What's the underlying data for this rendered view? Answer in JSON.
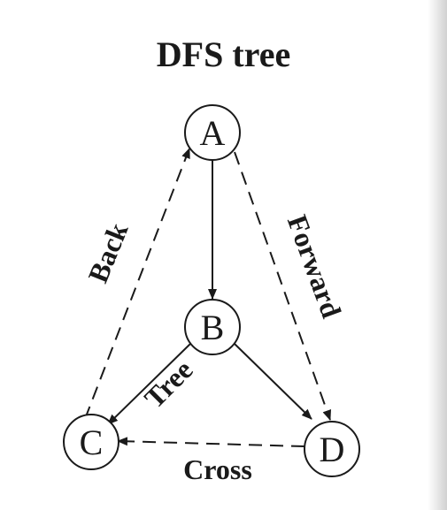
{
  "title": "DFS tree",
  "nodes": [
    {
      "id": "A",
      "label": "A"
    },
    {
      "id": "B",
      "label": "B"
    },
    {
      "id": "C",
      "label": "C"
    },
    {
      "id": "D",
      "label": "D"
    }
  ],
  "edges": [
    {
      "from": "A",
      "to": "B",
      "style": "solid",
      "label": ""
    },
    {
      "from": "B",
      "to": "C",
      "style": "solid",
      "label": "Tree"
    },
    {
      "from": "B",
      "to": "D",
      "style": "solid",
      "label": ""
    },
    {
      "from": "C",
      "to": "A",
      "style": "dashed",
      "label": "Back"
    },
    {
      "from": "A",
      "to": "D",
      "style": "dashed",
      "label": "Forward"
    },
    {
      "from": "D",
      "to": "C",
      "style": "dashed",
      "label": "Cross"
    }
  ],
  "colors": {
    "ink": "#1a1a1a",
    "paper": "#ffffff"
  }
}
